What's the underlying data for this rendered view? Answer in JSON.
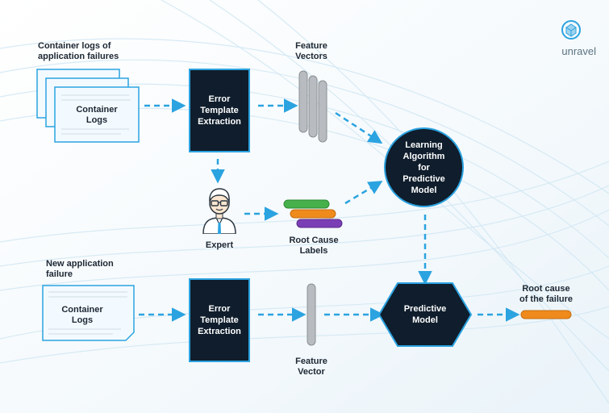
{
  "brand": {
    "name": "unravel",
    "logo_icon": "cube-logo-icon"
  },
  "top_row": {
    "input_label": "Container logs of\napplication failures",
    "docs_label": "Container\nLogs",
    "extraction_box": "Error\nTemplate\nExtraction",
    "feature_label": "Feature\nVectors"
  },
  "middle_row": {
    "expert_label": "Expert",
    "root_cause_labels": "Root Cause\nLabels",
    "learning_box": "Learning\nAlgorithm\nfor\nPredictive\nModel"
  },
  "bottom_row": {
    "input_label": "New application\nfailure",
    "docs_label": "Container\nLogs",
    "extraction_box": "Error\nTemplate\nExtraction",
    "feature_label": "Feature\nVector",
    "predictive_box": "Predictive\nModel",
    "output_label": "Root cause\nof the failure"
  },
  "colors": {
    "dark": "#0f1d2c",
    "accent": "#2ba3e0",
    "green": "#46b04a",
    "orange": "#ef8a1c",
    "purple": "#7b3fb5",
    "gray": "#b8bcc0"
  }
}
